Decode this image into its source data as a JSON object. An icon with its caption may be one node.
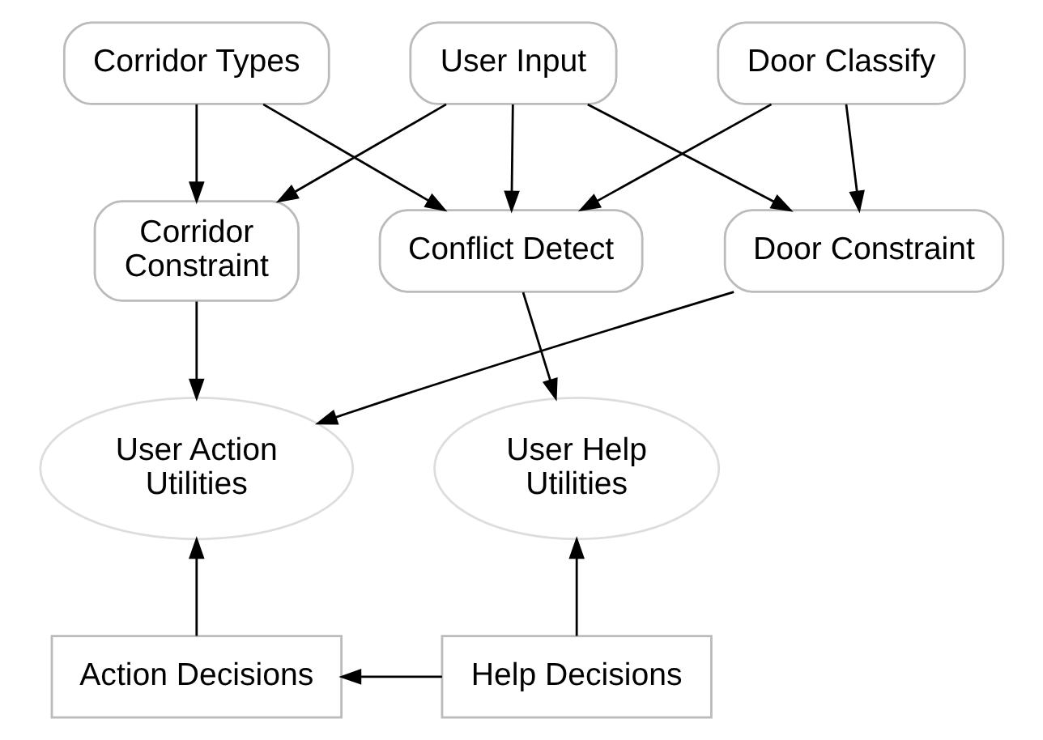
{
  "diagram": {
    "nodes": [
      {
        "text": [
          "Corridor Types"
        ]
      },
      {
        "text": [
          "User Input"
        ]
      },
      {
        "text": [
          "Door Classify"
        ]
      },
      {
        "text": [
          "Corridor Constraint"
        ]
      },
      {
        "text": [
          "Door Constraint"
        ]
      },
      {
        "text": [
          "Conflict Detect"
        ]
      },
      {
        "text": [
          "User Action Utilities"
        ]
      },
      {
        "text": [
          "User Help Utilities"
        ]
      },
      {
        "text": [
          "Action Decisions"
        ]
      },
      {
        "text": [
          "Help Decisions"
        ]
      }
    ],
    "edges": [
      {
        "from": 0,
        "to": 3,
        "arrow": "to"
      },
      {
        "from": 0,
        "to": 5,
        "arrow": "to"
      },
      {
        "from": 1,
        "to": 3,
        "arrow": "to"
      },
      {
        "from": 1,
        "to": 4,
        "arrow": "to"
      },
      {
        "from": 1,
        "to": 5,
        "arrow": "to"
      },
      {
        "from": 2,
        "to": 4,
        "arrow": "to"
      },
      {
        "from": 2,
        "to": 5,
        "arrow": "to"
      },
      {
        "from": 3,
        "to": 6,
        "arrow": "to"
      },
      {
        "from": 4,
        "to": 6,
        "arrow": "to"
      },
      {
        "from": 5,
        "to": 7,
        "arrow": "to"
      },
      {
        "from": 8,
        "to": 6,
        "arrow": "to"
      },
      {
        "from": 9,
        "to": 7,
        "arrow": "to"
      },
      {
        "from": 9,
        "to": 8,
        "arrow": "to"
      }
    ]
  }
}
